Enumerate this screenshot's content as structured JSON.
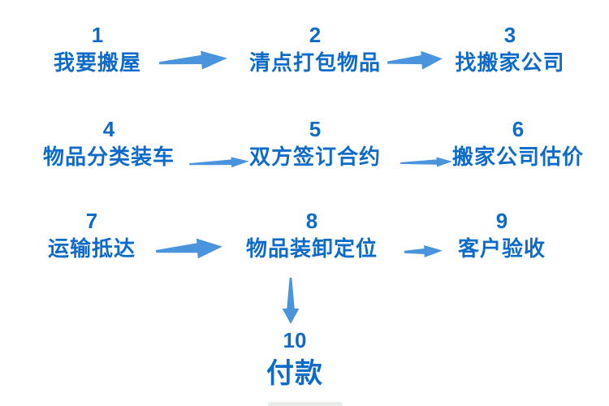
{
  "diagram": {
    "type": "flowchart",
    "topic": "moving-house-process",
    "colors": {
      "step_text": "#0e6bc7",
      "arrow": "#4a93dd",
      "background": "#ffffff"
    },
    "steps": [
      {
        "number": "1",
        "label": "我要搬屋"
      },
      {
        "number": "2",
        "label": "清点打包物品"
      },
      {
        "number": "3",
        "label": "找搬家公司"
      },
      {
        "number": "4",
        "label": "物品分类装车"
      },
      {
        "number": "5",
        "label": "双方签订合约"
      },
      {
        "number": "6",
        "label": "搬家公司估价"
      },
      {
        "number": "7",
        "label": "运输抵达"
      },
      {
        "number": "8",
        "label": "物品装卸定位"
      },
      {
        "number": "9",
        "label": "客户验收"
      },
      {
        "number": "10",
        "label": "付款"
      }
    ],
    "arrows": [
      {
        "from_step": "1",
        "to_step": "2",
        "direction": "right",
        "style": "large-tapered"
      },
      {
        "from_step": "2",
        "to_step": "3",
        "direction": "right",
        "style": "large-tapered"
      },
      {
        "from_step": "4",
        "to_step": "5",
        "direction": "right",
        "style": "thin-tapered"
      },
      {
        "from_step": "5",
        "to_step": "6",
        "direction": "right",
        "style": "thin-tapered"
      },
      {
        "from_step": "7",
        "to_step": "8",
        "direction": "right",
        "style": "large-tapered"
      },
      {
        "from_step": "8",
        "to_step": "9",
        "direction": "right",
        "style": "short-tapered"
      },
      {
        "from_step": "8",
        "to_step": "10",
        "direction": "down",
        "style": "vertical-tapered"
      }
    ]
  }
}
